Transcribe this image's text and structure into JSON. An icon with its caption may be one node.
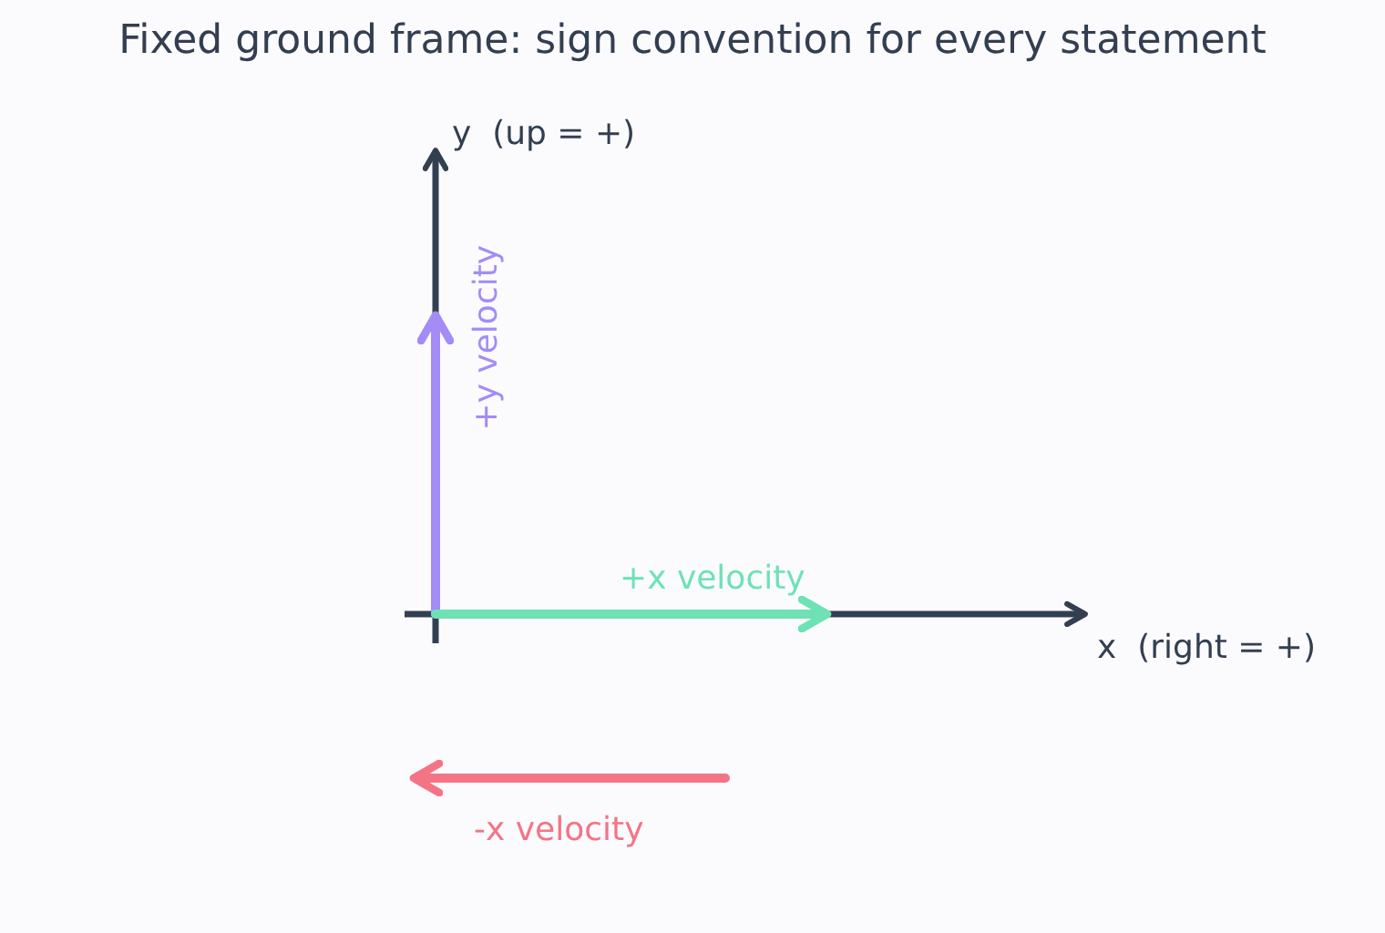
{
  "diagram": {
    "title": "Fixed ground frame: sign convention for every statement",
    "labels": [
      "y  (up = +)",
      "+y velocity",
      "+x velocity",
      "x  (right = +)",
      "-x velocity"
    ]
  }
}
